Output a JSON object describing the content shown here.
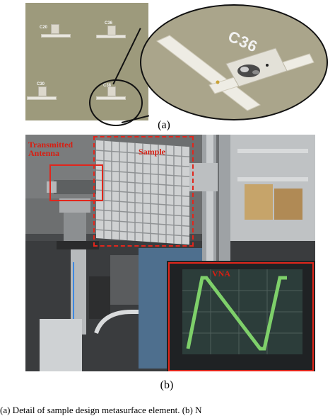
{
  "panel_a": {
    "caption": "(a)",
    "element_labels": [
      "C20",
      "C36",
      "C30",
      "C38"
    ],
    "zoom_label": "C36"
  },
  "panel_b": {
    "caption": "(b)",
    "label_transmitted": "Transmitted Antenna",
    "label_sample": "Sample",
    "label_vna": "VNA"
  },
  "figure_caption": "(a) Detail of sample design metasurface element. (b) N",
  "colors": {
    "annotation_red": "#e1261c",
    "vna_trace": "#7ed06a",
    "background_board": "#9d9a7c"
  }
}
